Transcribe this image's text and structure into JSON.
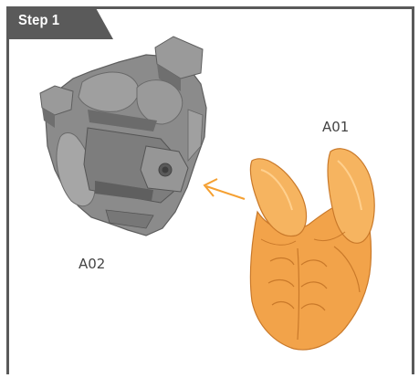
{
  "step": {
    "label": "Step 1"
  },
  "parts": {
    "a01": {
      "label": "A01",
      "color": "#f2a34a"
    },
    "a02": {
      "label": "A02",
      "color": "#8a8a8a"
    }
  },
  "arrow": {
    "color": "#f5a031",
    "icon": "arrow-left-icon"
  },
  "frame": {
    "color": "#5a5a5a"
  }
}
